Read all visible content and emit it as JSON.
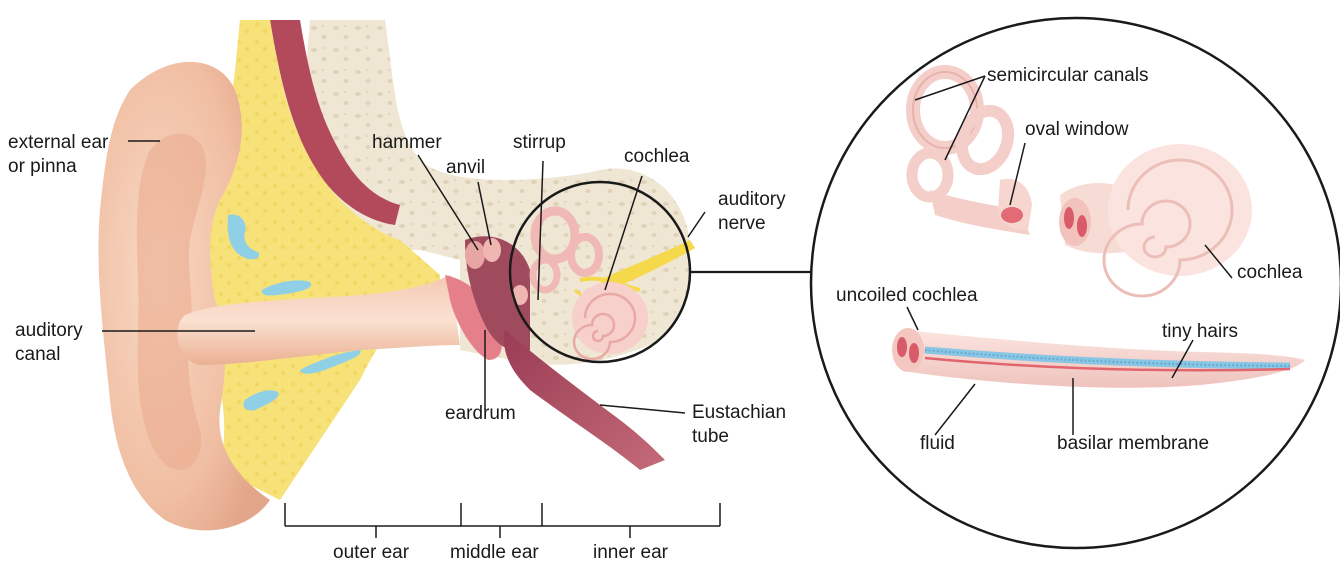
{
  "labels": {
    "external_ear": [
      "external ear",
      "or pinna"
    ],
    "auditory_canal": [
      "auditory",
      "canal"
    ],
    "hammer": "hammer",
    "anvil": "anvil",
    "stirrup": "stirrup",
    "cochlea": "cochlea",
    "auditory_nerve": [
      "auditory",
      "nerve"
    ],
    "eardrum": "eardrum",
    "eustachian_tube": [
      "Eustachian",
      "tube"
    ]
  },
  "regions": {
    "outer_ear": "outer ear",
    "middle_ear": "middle ear",
    "inner_ear": "inner ear"
  },
  "detail": {
    "semicircular_canals": "semicircular canals",
    "oval_window": "oval window",
    "cochlea": "cochlea",
    "uncoiled_cochlea": "uncoiled cochlea",
    "tiny_hairs": "tiny hairs",
    "fluid": "fluid",
    "basilar_membrane": "basilar membrane"
  },
  "colors": {
    "skin": "#f2c4ab",
    "skin_dark": "#e3a68a",
    "fat": "#f7e27a",
    "bone": "#efe6d4",
    "vessel": "#b34a5c",
    "fluid_blue": "#8fd0e6",
    "inner_pink": "#f3c9c6",
    "nerve": "#f5d94a"
  }
}
